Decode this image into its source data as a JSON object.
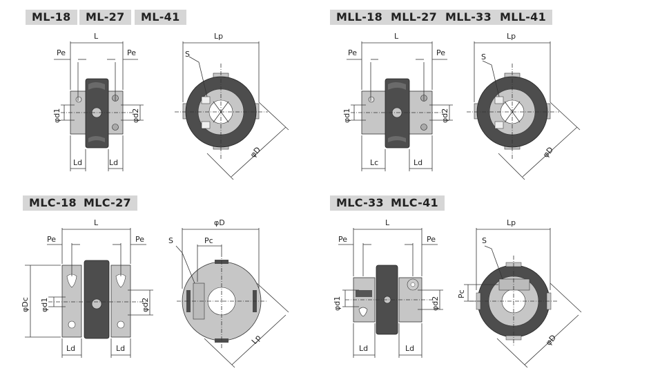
{
  "panels": {
    "ml": {
      "models": [
        "ML-18",
        "ML-27",
        "ML-41"
      ],
      "dims": {
        "L": "L",
        "Pe": "Pe",
        "d1": "φd1",
        "d2": "φd2",
        "Ld": "Ld",
        "Lp": "Lp",
        "S": "S",
        "D": "φD"
      }
    },
    "mll": {
      "models": [
        "MLL-18",
        "MLL-27",
        "MLL-33",
        "MLL-41"
      ],
      "dims": {
        "L": "L",
        "Pe": "Pe",
        "d1": "φd1",
        "d2": "φd2",
        "Lc": "Lc",
        "Ld": "Ld",
        "Lp": "Lp",
        "S": "S",
        "D": "φD"
      }
    },
    "mlc": {
      "models": [
        "MLC-18",
        "MLC-27"
      ],
      "dims": {
        "L": "L",
        "Pe": "Pe",
        "Dc": "φDc",
        "d1": "φd1",
        "d2": "φd2",
        "Ld": "Ld",
        "D": "φD",
        "S": "S",
        "Pc": "Pc",
        "Lp": "Lp"
      }
    },
    "mlc_large": {
      "models": [
        "MLC-33",
        "MLC-41"
      ],
      "dims": {
        "L": "L",
        "Pe": "Pe",
        "d1": "φd1",
        "d2": "φd2",
        "Ld": "Ld",
        "Lp": "Lp",
        "S": "S",
        "Pc": "Pc",
        "D": "φD"
      }
    }
  },
  "colors": {
    "hub": "#c6c6c6",
    "spider": "#4d4d4d",
    "line": "#333333",
    "tag": "#d6d6d6"
  }
}
